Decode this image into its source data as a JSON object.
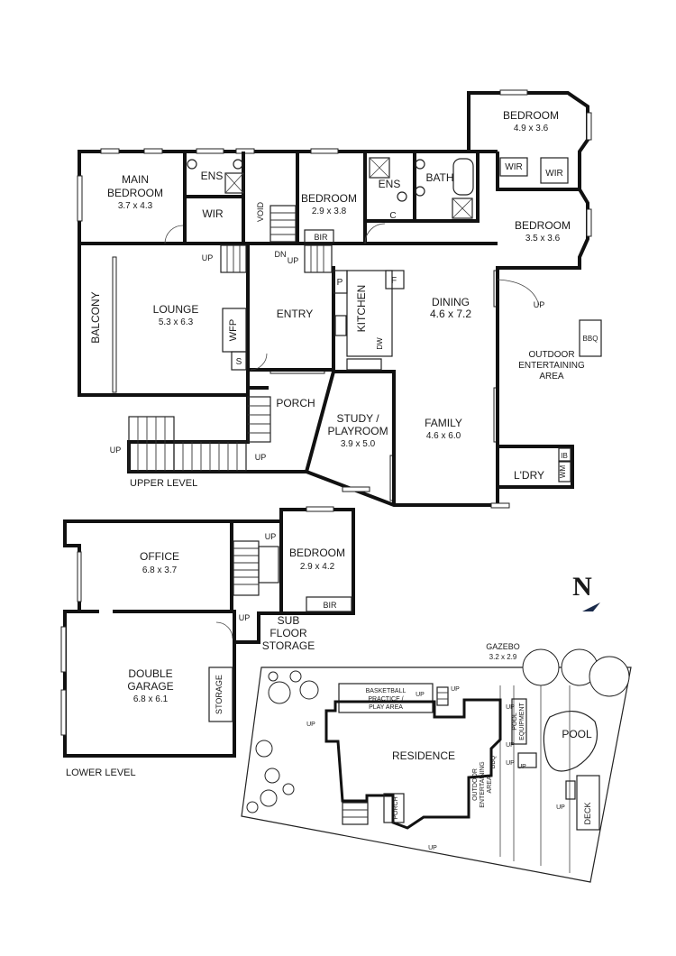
{
  "upper": {
    "level_label": "UPPER LEVEL",
    "rooms": {
      "bedroom_ne": {
        "name": "BEDROOM",
        "size": "4.9 x 3.6"
      },
      "main_bedroom_l1": "MAIN",
      "main_bedroom_l2": "BEDROOM",
      "main_bedroom_size": "3.7 x 4.3",
      "ens_1": "ENS",
      "wir_1": "WIR",
      "void": "VOID",
      "bedroom_mid": {
        "name": "BEDROOM",
        "size": "2.9 x 3.8"
      },
      "ens_2": "ENS",
      "bath": "BATH",
      "c": "C",
      "wir_2": "WIR",
      "wir_3": "WIR",
      "bedroom_e": {
        "name": "BEDROOM",
        "size": "3.5 x 3.6"
      },
      "bir": "BIR",
      "balcony": "BALCONY",
      "lounge": {
        "name": "LOUNGE",
        "size": "5.3 x 6.3"
      },
      "wfp": "WFP",
      "s": "S",
      "entry": "ENTRY",
      "p": "P",
      "kitchen": "KITCHEN",
      "f": "F",
      "dw": "DW",
      "dining": {
        "name": "DINING",
        "size": "4.6 x 7.2"
      },
      "outdoor_l1": "OUTDOOR",
      "outdoor_l2": "ENTERTAINING",
      "outdoor_l3": "AREA",
      "bbq": "BBQ",
      "porch": "PORCH",
      "study_l1": "STUDY /",
      "study_l2": "PLAYROOM",
      "study_size": "3.9 x 5.0",
      "family": {
        "name": "FAMILY",
        "size": "4.6 x 6.0"
      },
      "ib": "IB",
      "wm": "WM",
      "ldry": "L'DRY"
    },
    "markers": {
      "up": "UP",
      "dn": "DN"
    }
  },
  "lower": {
    "level_label": "LOWER LEVEL",
    "office": {
      "name": "OFFICE",
      "size": "6.8 x 3.7"
    },
    "bedroom": {
      "name": "BEDROOM",
      "size": "2.9 x 4.2"
    },
    "bir": "BIR",
    "sub_floor_l1": "SUB",
    "sub_floor_l2": "FLOOR",
    "sub_floor_l3": "STORAGE",
    "garage_l1": "DOUBLE",
    "garage_l2": "GARAGE",
    "garage_size": "6.8 x 6.1",
    "storage": "STORAGE",
    "up": "UP"
  },
  "site": {
    "gazebo": "GAZEBO",
    "gazebo_size": "3.2 x 2.9",
    "basketball_l1": "BASKETBALL",
    "basketball_l2": "PRACTICE /",
    "basketball_l3": "PLAY AREA",
    "residence": "RESIDENCE",
    "pool": "POOL",
    "pool_equip_l1": "POOL",
    "pool_equip_l2": "EQUIPMENT",
    "outdoor_l1": "OUTDOOR",
    "outdoor_l2": "ENTERTAINING",
    "outdoor_l3": "AREA",
    "bbq": "BBQ",
    "porch": "PORCH",
    "deck": "DECK",
    "up": "UP"
  },
  "north": "N"
}
